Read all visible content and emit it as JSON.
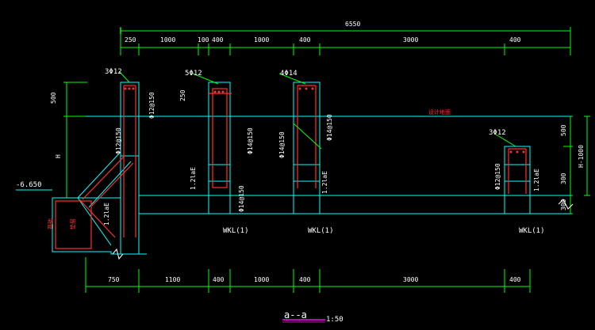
{
  "colors": {
    "background": "#000000",
    "dimension": "#00ff00",
    "structure": "#00ffff",
    "rebar": "#ff3030",
    "text": "#ffffff",
    "title_underline": "#ff00ff"
  },
  "top_dims": {
    "overall": "6550",
    "segments": [
      "250",
      "1000",
      "100",
      "400",
      "1000",
      "400",
      "3000",
      "400"
    ]
  },
  "bottom_dims": {
    "segments": [
      "750",
      "1100",
      "400",
      "1000",
      "400",
      "3000",
      "400"
    ]
  },
  "right_dims": [
    "500",
    "300",
    "300"
  ],
  "right_note": "H-1000",
  "left_dims": {
    "top": "500",
    "h": "H"
  },
  "elevation": "-6.650",
  "beam_note": "设计地面",
  "rebar_labels": {
    "c1_top": "3Φ12",
    "c1_side": "Φ12@150",
    "c1_side2": "Φ12@150",
    "c2_top": "5Φ12",
    "c2_spacing": "250",
    "c2_side": "Φ14@150",
    "c2_bottom": "Φ14@150",
    "c3_top": "4Φ14",
    "c3_side_left": "Φ14@150",
    "c3_side_right": "Φ14@150",
    "c4_top": "3Φ12",
    "c4_side": "Φ12@150"
  },
  "lap_labels": [
    "1.2laE",
    "1.2laE",
    "1.2laE",
    "1.2laE"
  ],
  "wkl_labels": [
    "WKL(1)",
    "WKL(1)",
    "WKL(1)"
  ],
  "left_red_labels": [
    "基础",
    "垫层"
  ],
  "section_title": {
    "name": "a--a",
    "scale": "1:50"
  }
}
